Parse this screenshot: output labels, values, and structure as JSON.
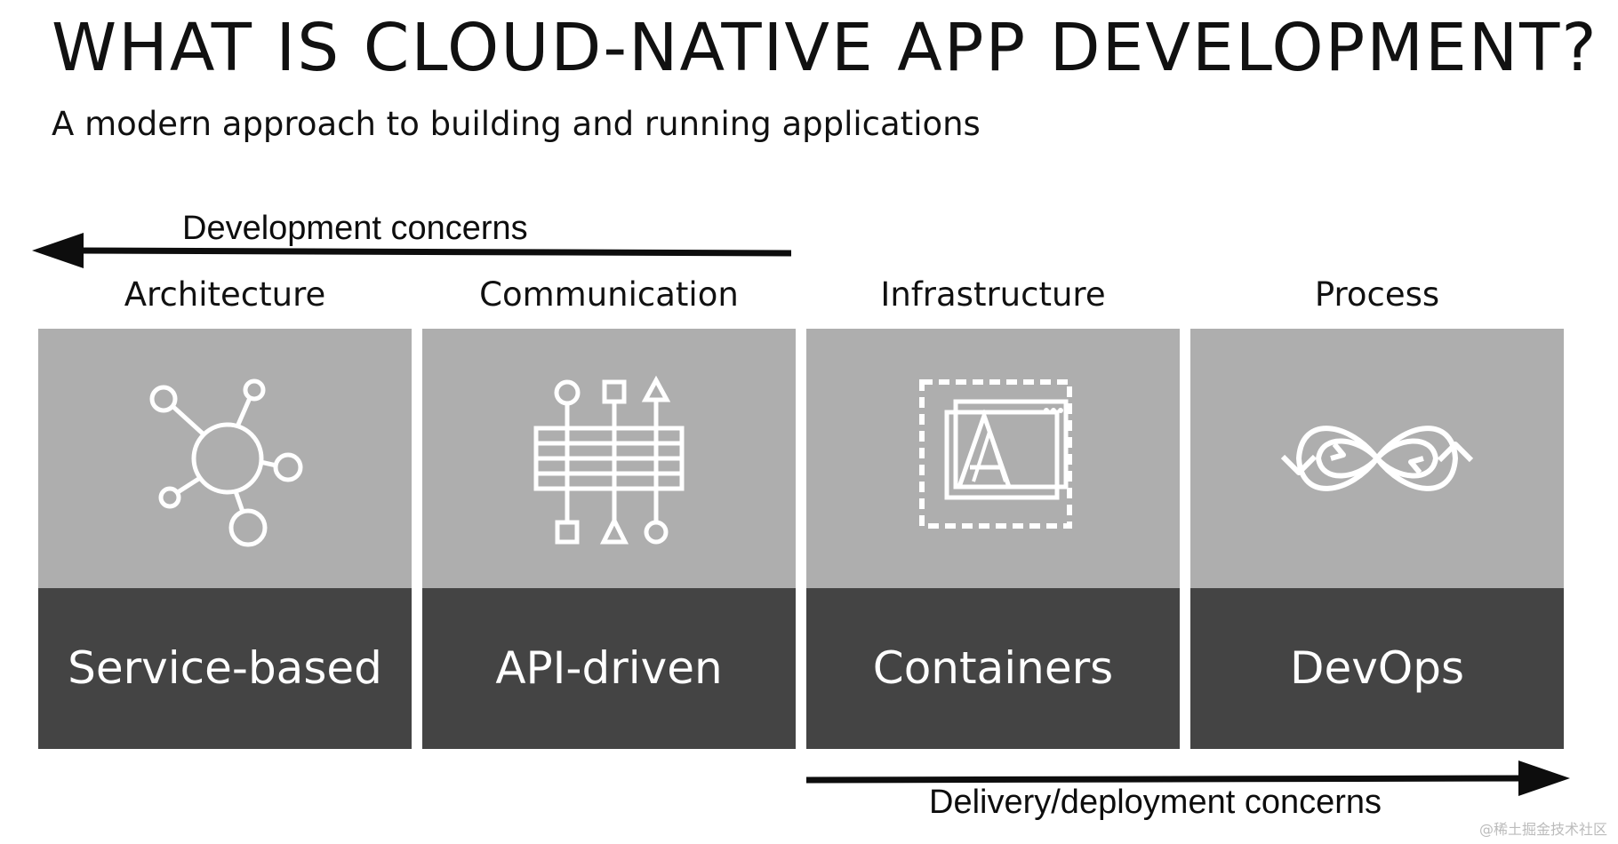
{
  "title": "WHAT IS CLOUD-NATIVE APP DEVELOPMENT?",
  "subtitle": "A modern approach to building and running applications",
  "arrows": {
    "development": "Development concerns",
    "delivery": "Delivery/deployment concerns"
  },
  "columns": [
    {
      "heading": "Architecture",
      "label": "Service-based",
      "icon": "network-hub-icon"
    },
    {
      "heading": "Communication",
      "label": "API-driven",
      "icon": "api-grid-icon"
    },
    {
      "heading": "Infrastructure",
      "label": "Containers",
      "icon": "container-app-icon"
    },
    {
      "heading": "Process",
      "label": "DevOps",
      "icon": "infinity-loop-icon"
    }
  ],
  "colors": {
    "card_top": "#aeaeae",
    "card_bottom": "#444444",
    "icon_stroke": "#ffffff",
    "text": "#111111"
  },
  "watermark": "@稀土掘金技术社区"
}
